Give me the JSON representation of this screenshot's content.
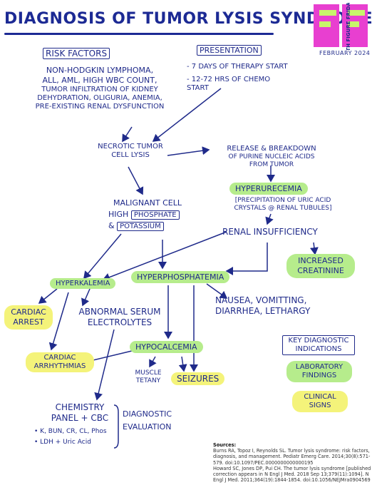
{
  "title": "DIAGNOSIS OF TUMOR LYSIS SYNDROME",
  "logo": {
    "letters": "FF",
    "brand": "#MATH FIGURE FRIDAY",
    "date": "FEBRUARY 2024"
  },
  "risk_factors": {
    "header": "RISK FACTORS",
    "lines": [
      "NON-HODGKIN LYMPHOMA,",
      "ALL, AML, HIGH WBC COUNT,",
      "TUMOR INFILTRATION OF KIDNEY",
      "DEHYDRATION, OLIGURIA, ANEMIA,",
      "PRE-EXISTING RENAL DYSFUNCTION"
    ]
  },
  "presentation": {
    "header": "PRESENTATION",
    "lines": [
      "- 7 DAYS OF THERAPY START",
      "- 12-72 HRS OF CHEMO START"
    ]
  },
  "nodes": {
    "necrotic": [
      "NECROTIC TUMOR",
      "CELL LYSIS"
    ],
    "release": [
      "RELEASE & BREAKDOWN",
      "OF PURINE NUCLEIC ACIDS",
      "FROM TUMOR"
    ],
    "hyperuricemia": "HYPERURECEMIA",
    "precipitation": [
      "[PRECIPITATION OF URIC ACID",
      "CRYSTALS @ RENAL TUBULES]"
    ],
    "malignant_line1": "MALIGNANT CELL",
    "malignant_high": "HIGH",
    "malignant_phosphate": "PHOSPHATE",
    "malignant_amp": "&",
    "malignant_potassium": "POTASSIUM",
    "renal": "RENAL INSUFFICIENCY",
    "creatinine": [
      "INCREASED",
      "CREATININE"
    ],
    "hyperkalemia": "HYPERKALEMIA",
    "hyperphosphatemia": "HYPERPHOSPHATEMIA",
    "cardiac_arrest": [
      "CARDIAC",
      "ARREST"
    ],
    "abnormal": [
      "ABNORMAL SERUM",
      "ELECTROLYTES"
    ],
    "nausea": [
      "NAUSEA, VOMITTING,",
      "DIARRHEA, LETHARGY"
    ],
    "hypocalcemia": "HYPOCALCEMIA",
    "arrhythmias": [
      "CARDIAC",
      "ARRHYTHMIAS"
    ],
    "muscle": [
      "MUSCLE",
      "TETANY"
    ],
    "seizures": "SEIZURES",
    "chemistry": [
      "CHEMISTRY",
      "PANEL + CBC"
    ],
    "chemistry_items": [
      "• K, BUN, CR, CL, Phos",
      "• LDH + Uric Acid"
    ],
    "diagnostic_evaluation": [
      "DIAGNOSTIC",
      "EVALUATION"
    ]
  },
  "legend": {
    "header": [
      "KEY DIAGNOSTIC",
      "INDICATIONS"
    ],
    "laboratory": [
      "LABORATORY",
      "FINDINGS"
    ],
    "clinical": [
      "CLINICAL",
      "SIGNS"
    ]
  },
  "sources": {
    "label": "Sources:",
    "refs": [
      "Burns RA, Topoz I, Reynolds SL. Tumor lysis syndrome: risk factors, diagnosis, and management. Pediatr Emerg Care. 2014;30(8):571-579. doi:10.1097/PEC.0000000000000195",
      "Howard SC, Jones DP, Pui CH. The tumor lysis syndrome [published correction appears in N Engl J Med. 2018 Sep 13;379(11):1094]. N Engl J Med. 2011;364(19):1844-1854. doi:10.1056/NEJMra0904569"
    ]
  },
  "colors": {
    "ink": "#1f2a8a",
    "green_highlight": "#b6ec8c",
    "yellow_highlight": "#f4f37a",
    "logo_pink": "#e83fd0",
    "logo_green": "#c8f56b"
  }
}
